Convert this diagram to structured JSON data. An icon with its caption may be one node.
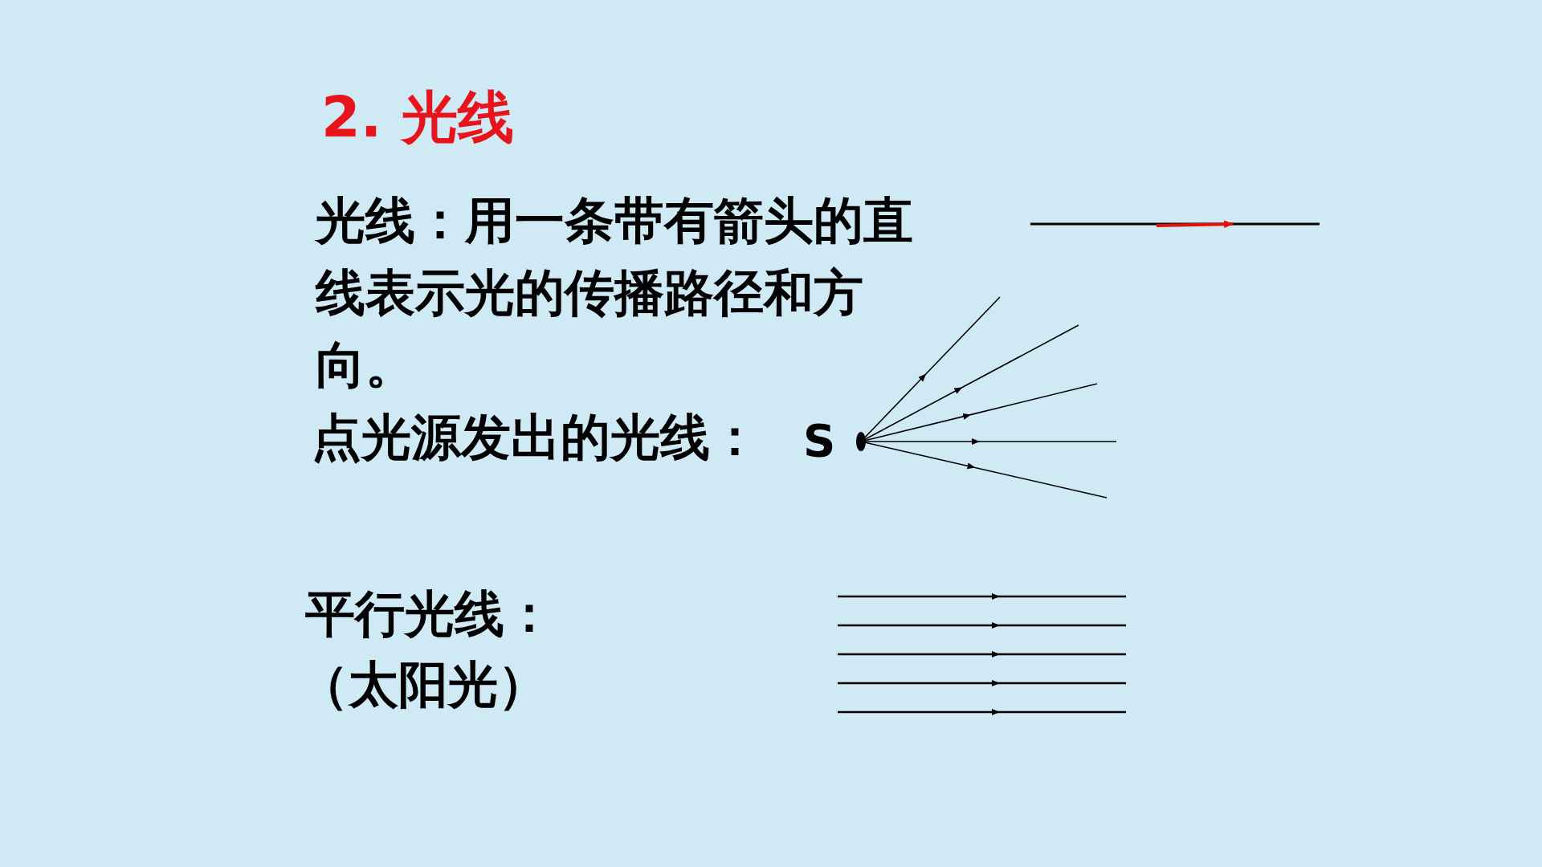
{
  "diagram": {
    "title": "2. 光线",
    "labels": [
      "光线：用一条带有箭头的直线表示光的传播路径和方向。",
      "点光源发出的光线：",
      "S",
      "平行光线：",
      "（太阳光）"
    ]
  }
}
